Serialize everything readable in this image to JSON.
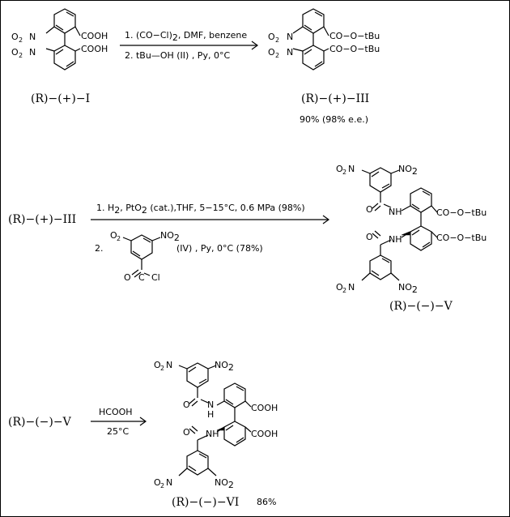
{
  "step1": {
    "start_label_a": "(R)−(+)−",
    "start_label_b": "I",
    "reagent_line1_a": "1. (CO−Cl)",
    "reagent_line1_sub": "2",
    "reagent_line1_b": ", DMF, benzene",
    "reagent_line2": "2. tBu—OH  (II) , Py, 0°C",
    "product_label_a": "(R)−(+)−",
    "product_label_b": "III",
    "yield": "90% (98% e.e.)"
  },
  "step2": {
    "start_label_a": "(R)−(+)−",
    "start_label_b": "III",
    "reagent_line1_a": "1. H",
    "reagent_line1_sub1": "2",
    "reagent_line1_b": ", PtO",
    "reagent_line1_sub2": "2",
    "reagent_line1_c": " (cat.),THF,  5−15°C,  0.6  MPa (98%)",
    "reagent_line2_num": "2.",
    "reagent_line2_text": "(IV) , Py, 0°C   (78%)",
    "product_label_a": "(R)−(−)−",
    "product_label_b": "V"
  },
  "step3": {
    "start_label_a": "(R)−(−)−",
    "start_label_b": "V",
    "reagent_top": "HCOOH",
    "reagent_bottom": "25°C",
    "product_label_a": "(R)−(−)−",
    "product_label_b": "VI",
    "yield": "86%"
  },
  "groups": {
    "cooh": "COOH",
    "ester": "CO−O−tBu",
    "amide_o": "O",
    "amide_nh": "NH",
    "nh": "N",
    "h": "H",
    "o2n_o": "O",
    "o2n_2": "2",
    "o2n_n": "N",
    "no2_n": "NO",
    "no2_2": "2",
    "acyl_o": "O",
    "acyl_cl": "Cl",
    "acyl_c": "C"
  }
}
